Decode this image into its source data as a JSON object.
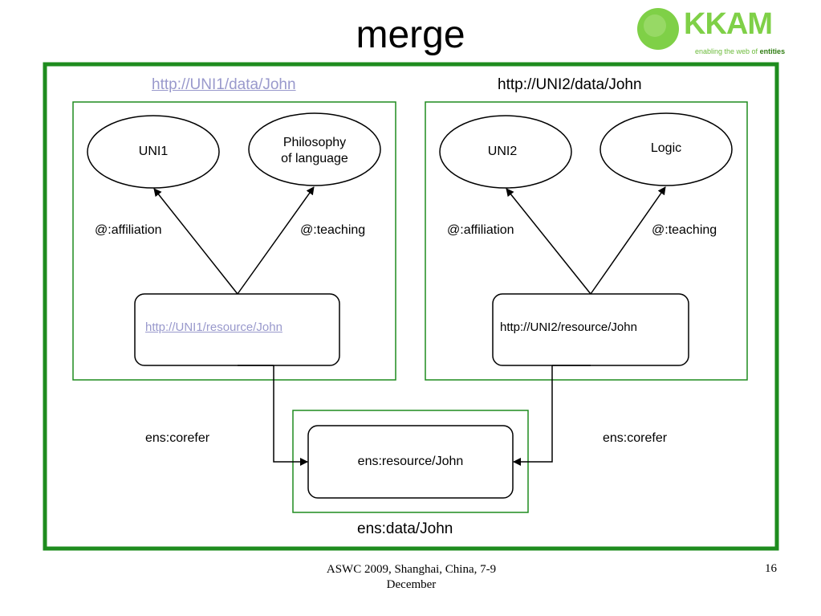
{
  "slide": {
    "title": "merge",
    "page_number": "16",
    "footer": "ASWC 2009, Shanghai, China, 7-9 December"
  },
  "logo": {
    "name": "OKKAM",
    "text": "KKAM",
    "tagline_prefix": "enabling the web of ",
    "tagline_bold": "entities",
    "color": "#7fd047"
  },
  "colors": {
    "outer_frame": "#1e8c1e",
    "inner_frame": "#1e8c1e",
    "link": "#9999cc"
  },
  "diagram": {
    "left_graph": {
      "graph_name": "http://UNI1/data/John",
      "subject": "http://UNI1/resource/John",
      "affiliation_node": "UNI1",
      "teaching_node_line1": "Philosophy",
      "teaching_node_line2": "of language",
      "affiliation_edge": "@:affiliation",
      "teaching_edge": "@:teaching"
    },
    "right_graph": {
      "graph_name": "http://UNI2/data/John",
      "subject": "http://UNI2/resource/John",
      "affiliation_node": "UNI2",
      "teaching_node": "Logic",
      "affiliation_edge": "@:affiliation",
      "teaching_edge": "@:teaching"
    },
    "merged_graph": {
      "graph_name": "ens:data/John",
      "subject": "ens:resource/John",
      "left_edge": "ens:corefer",
      "right_edge": "ens:corefer"
    }
  }
}
